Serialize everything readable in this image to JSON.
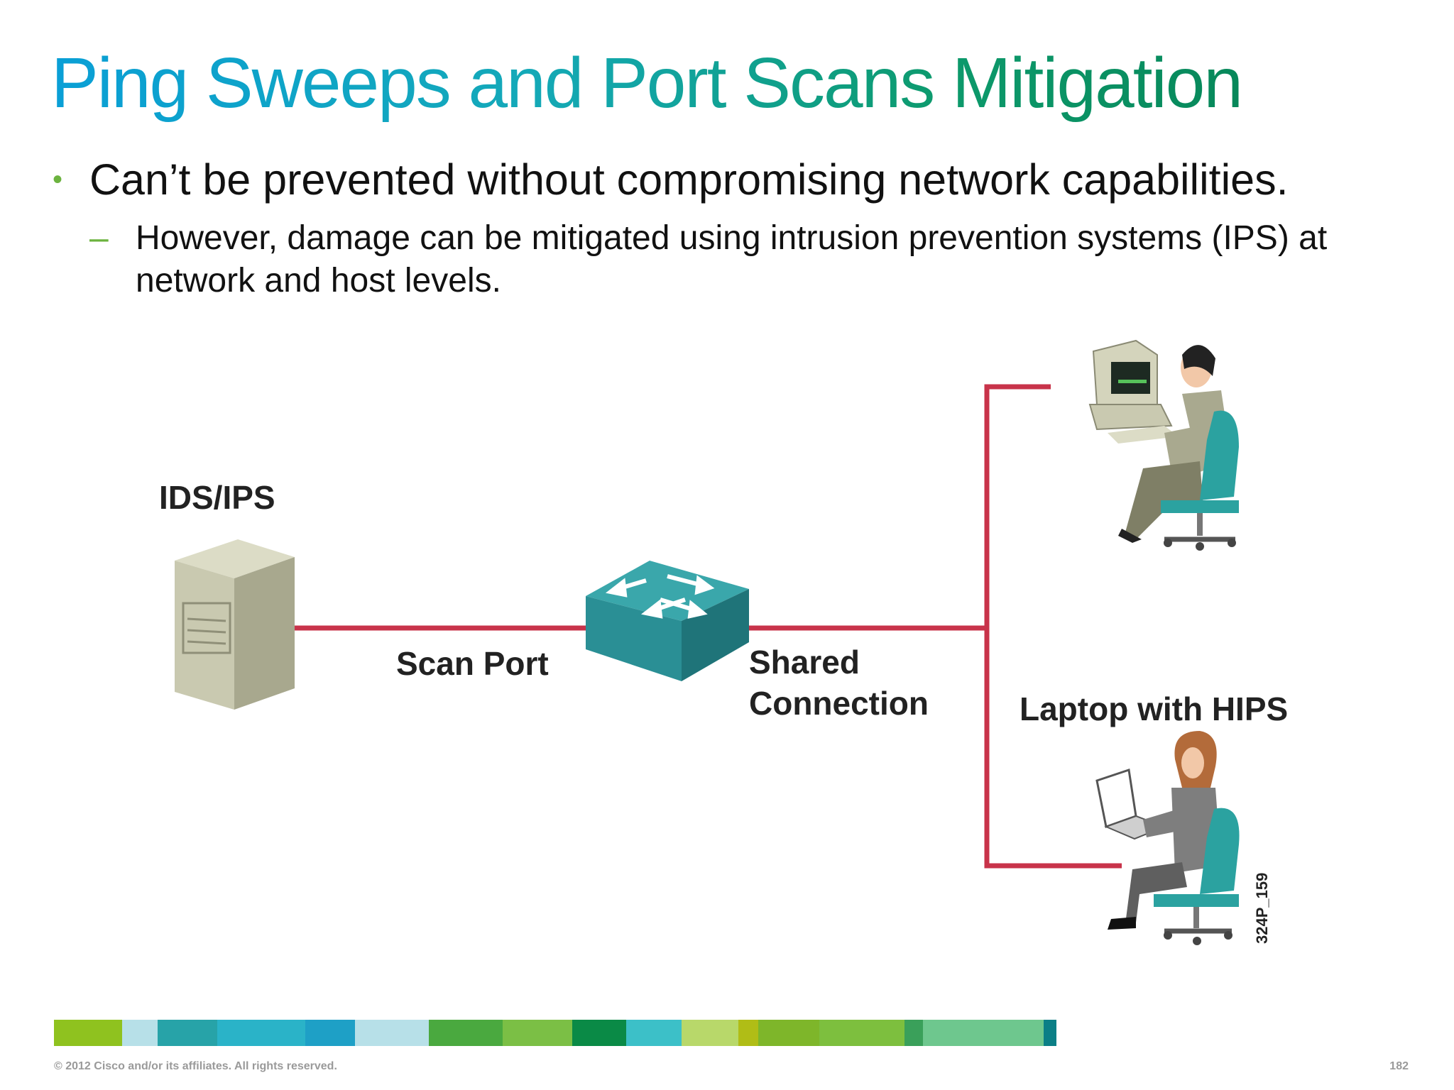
{
  "slide": {
    "title": "Ping Sweeps and Port Scans Mitigation",
    "bullet_1": "Can’t be prevented without compromising network capabilities.",
    "bullet_2": "However, damage can be mitigated using intrusion prevention systems (IPS) at network and host levels.",
    "bullet_marker": "•",
    "sub_bullet_marker": "–"
  },
  "diagram": {
    "ids_ips_label": "IDS/IPS",
    "scan_port_label": "Scan Port",
    "shared_connection_label": "Shared Connection",
    "laptop_label": "Laptop with HIPS",
    "figure_code": "324P_159",
    "link_color": "#c8334a",
    "switch_color": "#2a8f95"
  },
  "footer": {
    "copyright": "© 2012 Cisco and/or its affiliates. All rights reserved.",
    "page_number": "182"
  },
  "colorbar": [
    "#8fc21f",
    "#b7e0e8",
    "#27a3a8",
    "#2ab3c8",
    "#1ea0c6",
    "#b7e0e8",
    "#4aa93f",
    "#7bbf45",
    "#0a8a46",
    "#3cc0c8",
    "#b8d86a",
    "#b0bd16",
    "#7eb62a",
    "#7dbf3e",
    "#3aa05a",
    "#6ec78e",
    "#0b7f86"
  ]
}
